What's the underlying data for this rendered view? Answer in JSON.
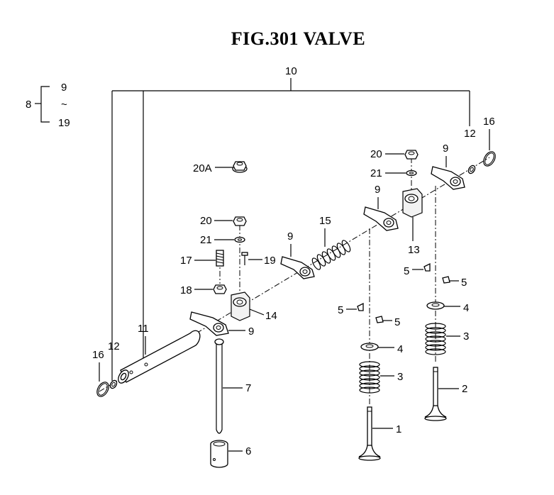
{
  "title": "FIG.301  VALVE",
  "legend": {
    "group": "8",
    "from": "9",
    "tilde": "~",
    "to": "19"
  },
  "labels": {
    "p1": "1",
    "p2": "2",
    "p3a": "3",
    "p3b": "3",
    "p4a": "4",
    "p4b": "4",
    "p5a": "5",
    "p5b": "5",
    "p5c": "5",
    "p5d": "5",
    "p6": "6",
    "p7": "7",
    "p9a": "9",
    "p9b": "9",
    "p9c": "9",
    "p9d": "9",
    "p10": "10",
    "p11": "11",
    "p12a": "12",
    "p12b": "12",
    "p13": "13",
    "p14": "14",
    "p15": "15",
    "p16a": "16",
    "p16b": "16",
    "p17": "17",
    "p18": "18",
    "p19": "19",
    "p20a": "20",
    "p20b": "20",
    "p20A": "20A",
    "p21a": "21",
    "p21b": "21"
  }
}
